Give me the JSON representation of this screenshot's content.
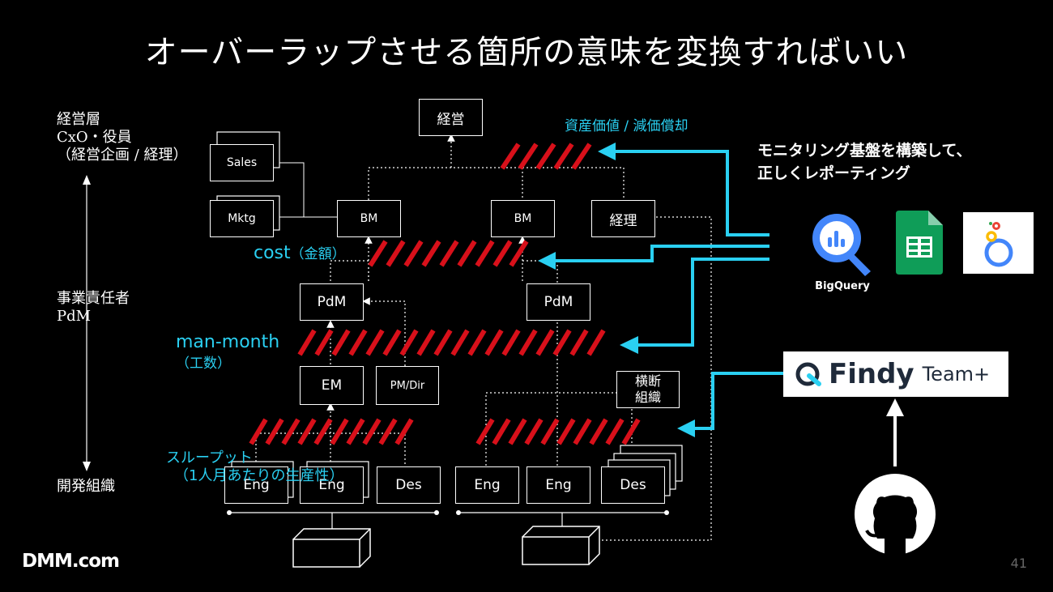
{
  "title": "オーバーラップさせる箇所の意味を変換すればいい",
  "side_labels": {
    "top_main": "経営層",
    "top_sub1": "CxO・役員",
    "top_sub2": "（経営企画 / 経理）",
    "mid_main": "事業責任者",
    "mid_sub": "PdM",
    "bottom_main": "開発組織"
  },
  "nodes": {
    "keiei": "経営",
    "sales": "Sales",
    "mktg": "Mktg",
    "bm_left": "BM",
    "bm_right": "BM",
    "keiri": "経理",
    "pdm_left": "PdM",
    "pdm_right": "PdM",
    "em": "EM",
    "pmdir": "PM/Dir",
    "cross_org": "横断\n組織",
    "eng1": "Eng",
    "eng2": "Eng",
    "des1": "Des",
    "eng3": "Eng",
    "eng4": "Eng",
    "des2": "Des"
  },
  "annotations": {
    "asset_value": "資産価値 / 減価償却",
    "cost": "cost",
    "cost_sub": "（金額）",
    "man_month": "man-month",
    "man_month_sub": "（工数）",
    "throughput": "スループット",
    "throughput_sub": "（1人月あたりの生産性）"
  },
  "monitoring": {
    "line1": "モニタリング基盤を構築して、",
    "line2": "正しくレポーティング"
  },
  "tools": {
    "bigquery_label": "BigQuery",
    "findy_brand": "Findy",
    "findy_suffix": "Team+"
  },
  "footer": {
    "logo": "DMM.com",
    "page_number": "41"
  },
  "colors": {
    "accent_cyan": "#2ad0f2",
    "hatch_red": "#d8101a",
    "background": "#000000",
    "sheets_green": "#0f9d58",
    "bigquery_blue": "#4386fa"
  }
}
